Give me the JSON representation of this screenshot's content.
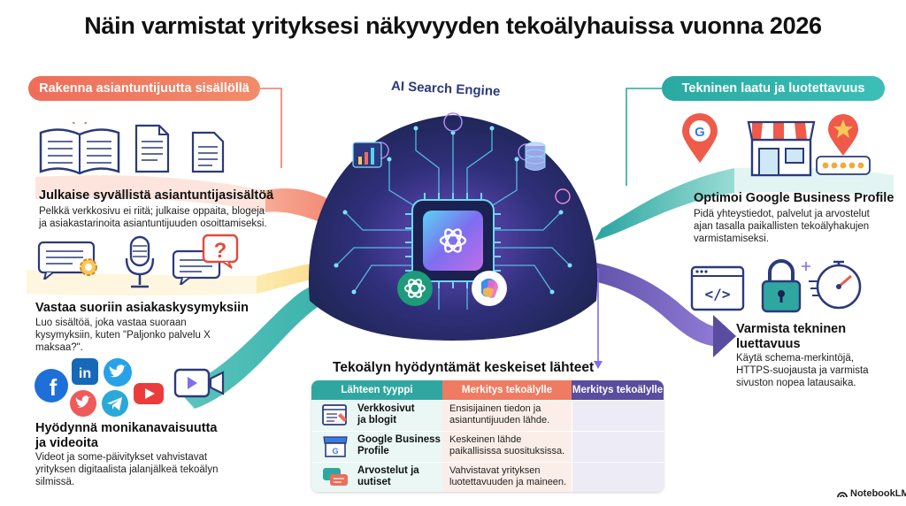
{
  "title": "Näin varmistat yrityksesi näkyvyyden tekoälyhauissa vuonna 2026",
  "center": {
    "label": "AI Search Engine"
  },
  "left": {
    "header": "Rakenna asiantuntijuutta sisällöllä",
    "sections": [
      {
        "title": "Julkaise syvällistä asiantuntijasisältöä",
        "desc_lines": [
          "Pelkkä verkkosivu ei riitä; julkaise oppaita, blogeja",
          "ja asiakastarinoita asiantuntijuuden osoittamiseksi."
        ]
      },
      {
        "title": "Vastaa suoriin asiakaskysymyksiin",
        "desc_lines": [
          "Luo sisältöä, joka vastaa suoraan",
          "kysymyksiin, kuten \"Paljonko palvelu X",
          "maksaa?\"."
        ]
      },
      {
        "title_lines": [
          "Hyödynnä monikanavaisuutta",
          "ja videoita"
        ],
        "desc_lines": [
          "Videot ja some-päivitykset vahvistavat",
          "yrityksen digitaalista jalanjälkeä tekoälyn",
          "silmissä."
        ]
      }
    ]
  },
  "right": {
    "header": "Tekninen laatu ja luotettavuus",
    "sections": [
      {
        "title": "Optimoi Google Business Profile",
        "desc_lines": [
          "Pidä yhteystiedot, palvelut ja arvostelut",
          "ajan tasalla paikallisten tekoälyhakujen",
          "varmistamiseksi."
        ]
      },
      {
        "title_lines": [
          "Varmista tekninen",
          "luettavuus"
        ],
        "desc_lines": [
          "Käytä schema-merkintöjä,",
          "HTTPS-suojausta ja varmista",
          "sivuston nopea latausaika."
        ]
      }
    ]
  },
  "sources": {
    "title": "Tekoälyn hyödyntämät keskeiset lähteet",
    "headers": [
      "Lähteen tyyppi",
      "Merkitys tekoälylle",
      "Merkitys tekoälylle"
    ],
    "rows": [
      {
        "type_lines": [
          "Verkkosivut",
          "ja blogit"
        ],
        "desc_lines": [
          "Ensisijainen tiedon ja",
          "asiantuntijuuden lähde."
        ]
      },
      {
        "type_lines": [
          "Google Business",
          "Profile"
        ],
        "desc_lines": [
          "Keskeinen lähde",
          "paikallisissa suosituksissa."
        ]
      },
      {
        "type_lines": [
          "Arvostelut ja",
          "uutiset"
        ],
        "desc_lines": [
          "Vahvistavat yrityksen",
          "luotettavuuden ja maineen."
        ]
      }
    ]
  },
  "brand": "NotebookLM",
  "colors": {
    "coral": "#ef6d5a",
    "teal": "#2aa9a3",
    "purple": "#5a4c9e",
    "navy": "#2b3a7a",
    "ai_bg": "#2a2f66"
  },
  "icons": [
    "book-icon",
    "document-icon",
    "chat-bubble-icon",
    "microphone-icon",
    "question-icon",
    "facebook-icon",
    "linkedin-icon",
    "twitter-icon",
    "youtube-icon",
    "telegram-icon",
    "video-icon",
    "map-pin-icon",
    "storefront-icon",
    "star-icon",
    "code-window-icon",
    "padlock-icon",
    "speedometer-icon",
    "chip-icon",
    "chatgpt-icon",
    "copilot-icon",
    "database-icon",
    "chart-icon"
  ]
}
